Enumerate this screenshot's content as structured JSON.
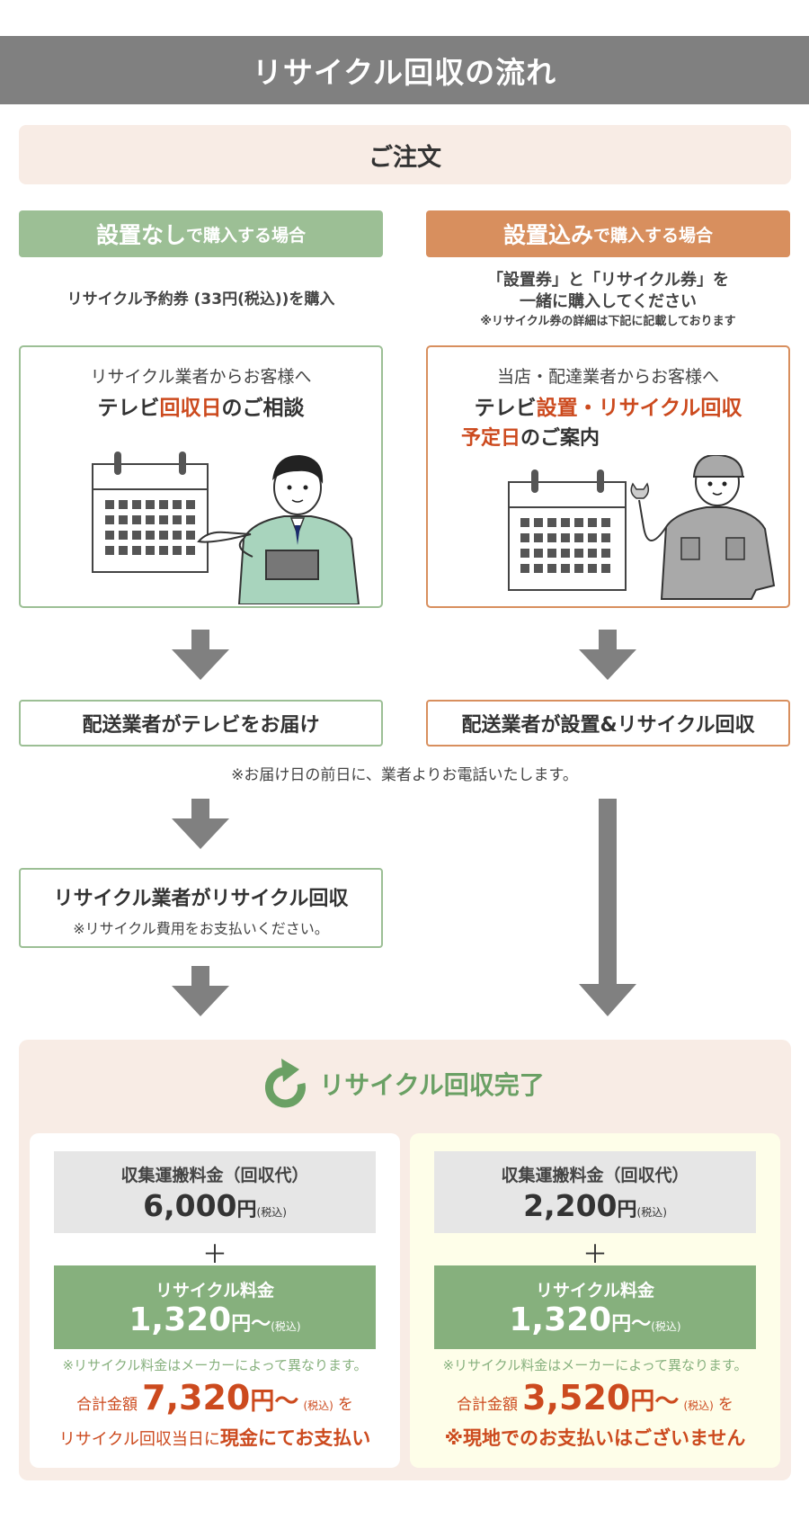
{
  "title": "リサイクル回収の流れ",
  "order_label": "ご注文",
  "colors": {
    "title_bg": "#808080",
    "panel_bg": "#f8ece5",
    "green": "#9cbf95",
    "green_dark": "#86b07d",
    "orange": "#d88f5e",
    "highlight_red": "#cc4a1e"
  },
  "left": {
    "header_big": "設置なし",
    "header_small": "で購入する場合",
    "note": "リサイクル予約券 (33円(税込))を購入",
    "card": {
      "line1": "リサイクル業者からお客様へ",
      "line2_pre": "テレビ",
      "line2_hl": "回収日",
      "line2_post": "のご相談"
    },
    "step1": "配送業者がテレビをお届け",
    "step2_title": "リサイクル業者がリサイクル回収",
    "step2_note": "※リサイクル費用をお支払いください。"
  },
  "right": {
    "header_big": "設置込み",
    "header_small": "で購入する場合",
    "note_line1": "「設置券」と「リサイクル券」を",
    "note_line2": "一緒に購入してください",
    "note_sub": "※リサイクル券の詳細は下記に記載しております",
    "card": {
      "line1": "当店・配達業者からお客様へ",
      "line2_pre": "テレビ",
      "line2_hl": "設置・リサイクル回収",
      "line3_hl": "予定日",
      "line3_post": "のご案内"
    },
    "step1": "配送業者が設置&リサイクル回収"
  },
  "phone_note": "※お届け日の前日に、業者よりお電話いたします。",
  "done": {
    "title": "リサイクル回収完了",
    "icon": "recycle-arrow-icon"
  },
  "fees": [
    {
      "collect_label": "収集運搬料金（回収代）",
      "collect_amount": "6,000",
      "yen": "円",
      "tax": "(税込)",
      "plus": "＋",
      "recycle_label": "リサイクル料金",
      "recycle_amount": "1,320",
      "recycle_suffix": "円〜",
      "maker_note": "※リサイクル料金はメーカーによって異なります。",
      "total_label": "合計金額",
      "total_amount": "7,320",
      "total_suffix": "円〜",
      "total_wo": "を",
      "pay_pre": "リサイクル回収当日に",
      "pay_strong": "現金にてお支払い"
    },
    {
      "collect_label": "収集運搬料金（回収代）",
      "collect_amount": "2,200",
      "yen": "円",
      "tax": "(税込)",
      "plus": "＋",
      "recycle_label": "リサイクル料金",
      "recycle_amount": "1,320",
      "recycle_suffix": "円〜",
      "maker_note": "※リサイクル料金はメーカーによって異なります。",
      "total_label": "合計金額",
      "total_amount": "3,520",
      "total_suffix": "円〜",
      "total_wo": "を",
      "pay_pre": "",
      "pay_strong": "※現地でのお支払いはございません"
    }
  ]
}
